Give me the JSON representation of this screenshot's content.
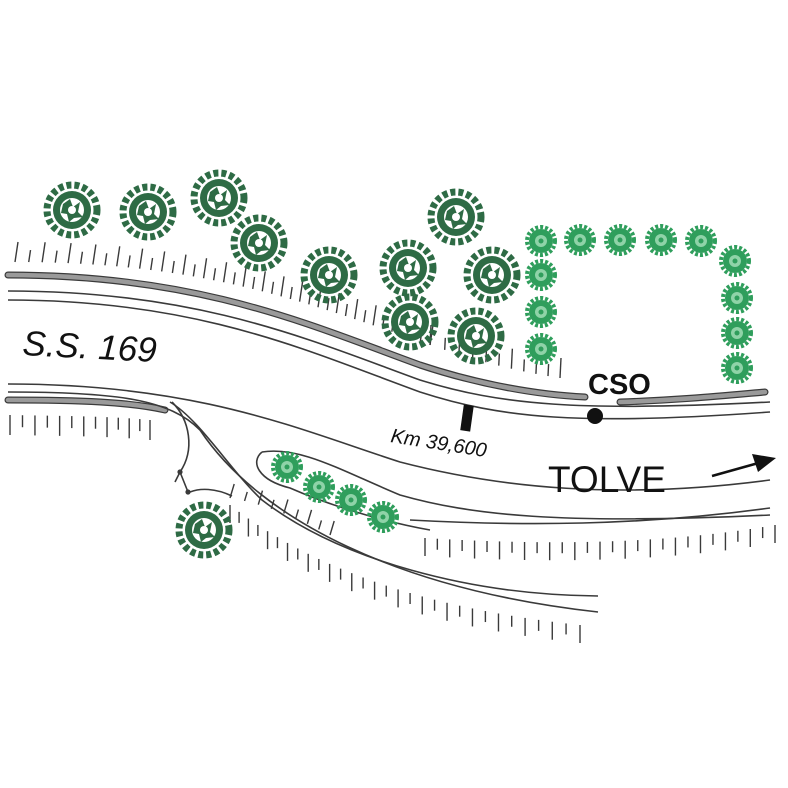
{
  "labels": {
    "road_name": "S.S. 169",
    "station": "CSO",
    "km_marker": "Km 39,600",
    "direction": "TOLVE"
  },
  "icons": {
    "large_tree": "dark-tree-icon",
    "small_shrub": "shrub-icon",
    "arrow": "arrow-right-icon"
  },
  "colors": {
    "tree_dark": "#2e6b45",
    "shrub_green": "#2f9e5c",
    "guardrail": "#9a9a9a",
    "line": "#3a3a3a",
    "marker": "#111111"
  }
}
